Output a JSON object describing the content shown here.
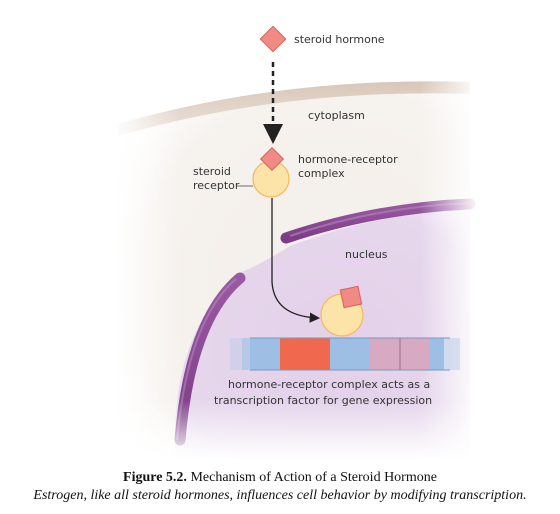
{
  "labels": {
    "steroid_hormone": "steroid hormone",
    "cytoplasm": "cytoplasm",
    "steroid_receptor_line1": "steroid",
    "steroid_receptor_line2": "receptor",
    "complex_line1": "hormone-receptor",
    "complex_line2": "complex",
    "nucleus": "nucleus",
    "transcription_line1": "hormone-receptor complex acts as a",
    "transcription_line2": "transcription factor for gene expression"
  },
  "caption": {
    "figure_number": "Figure 5.2.",
    "figure_title": "Mechanism of Action of a Steroid Hormone",
    "subtitle": "Estrogen, like all steroid hormones, influences cell behavior by modifying transcription."
  },
  "colors": {
    "hormone": "#f08a84",
    "receptor": "#fce3a7",
    "receptor_stroke": "#f5b860",
    "cytoplasm": "#f1ebe6",
    "nucleus": "#e2d0e8",
    "nuclear_envelope": "#8a4b93",
    "dna_blue": "#9cbfe3",
    "dna_red": "#f0694e",
    "dna_pink": "#d7aac1"
  }
}
